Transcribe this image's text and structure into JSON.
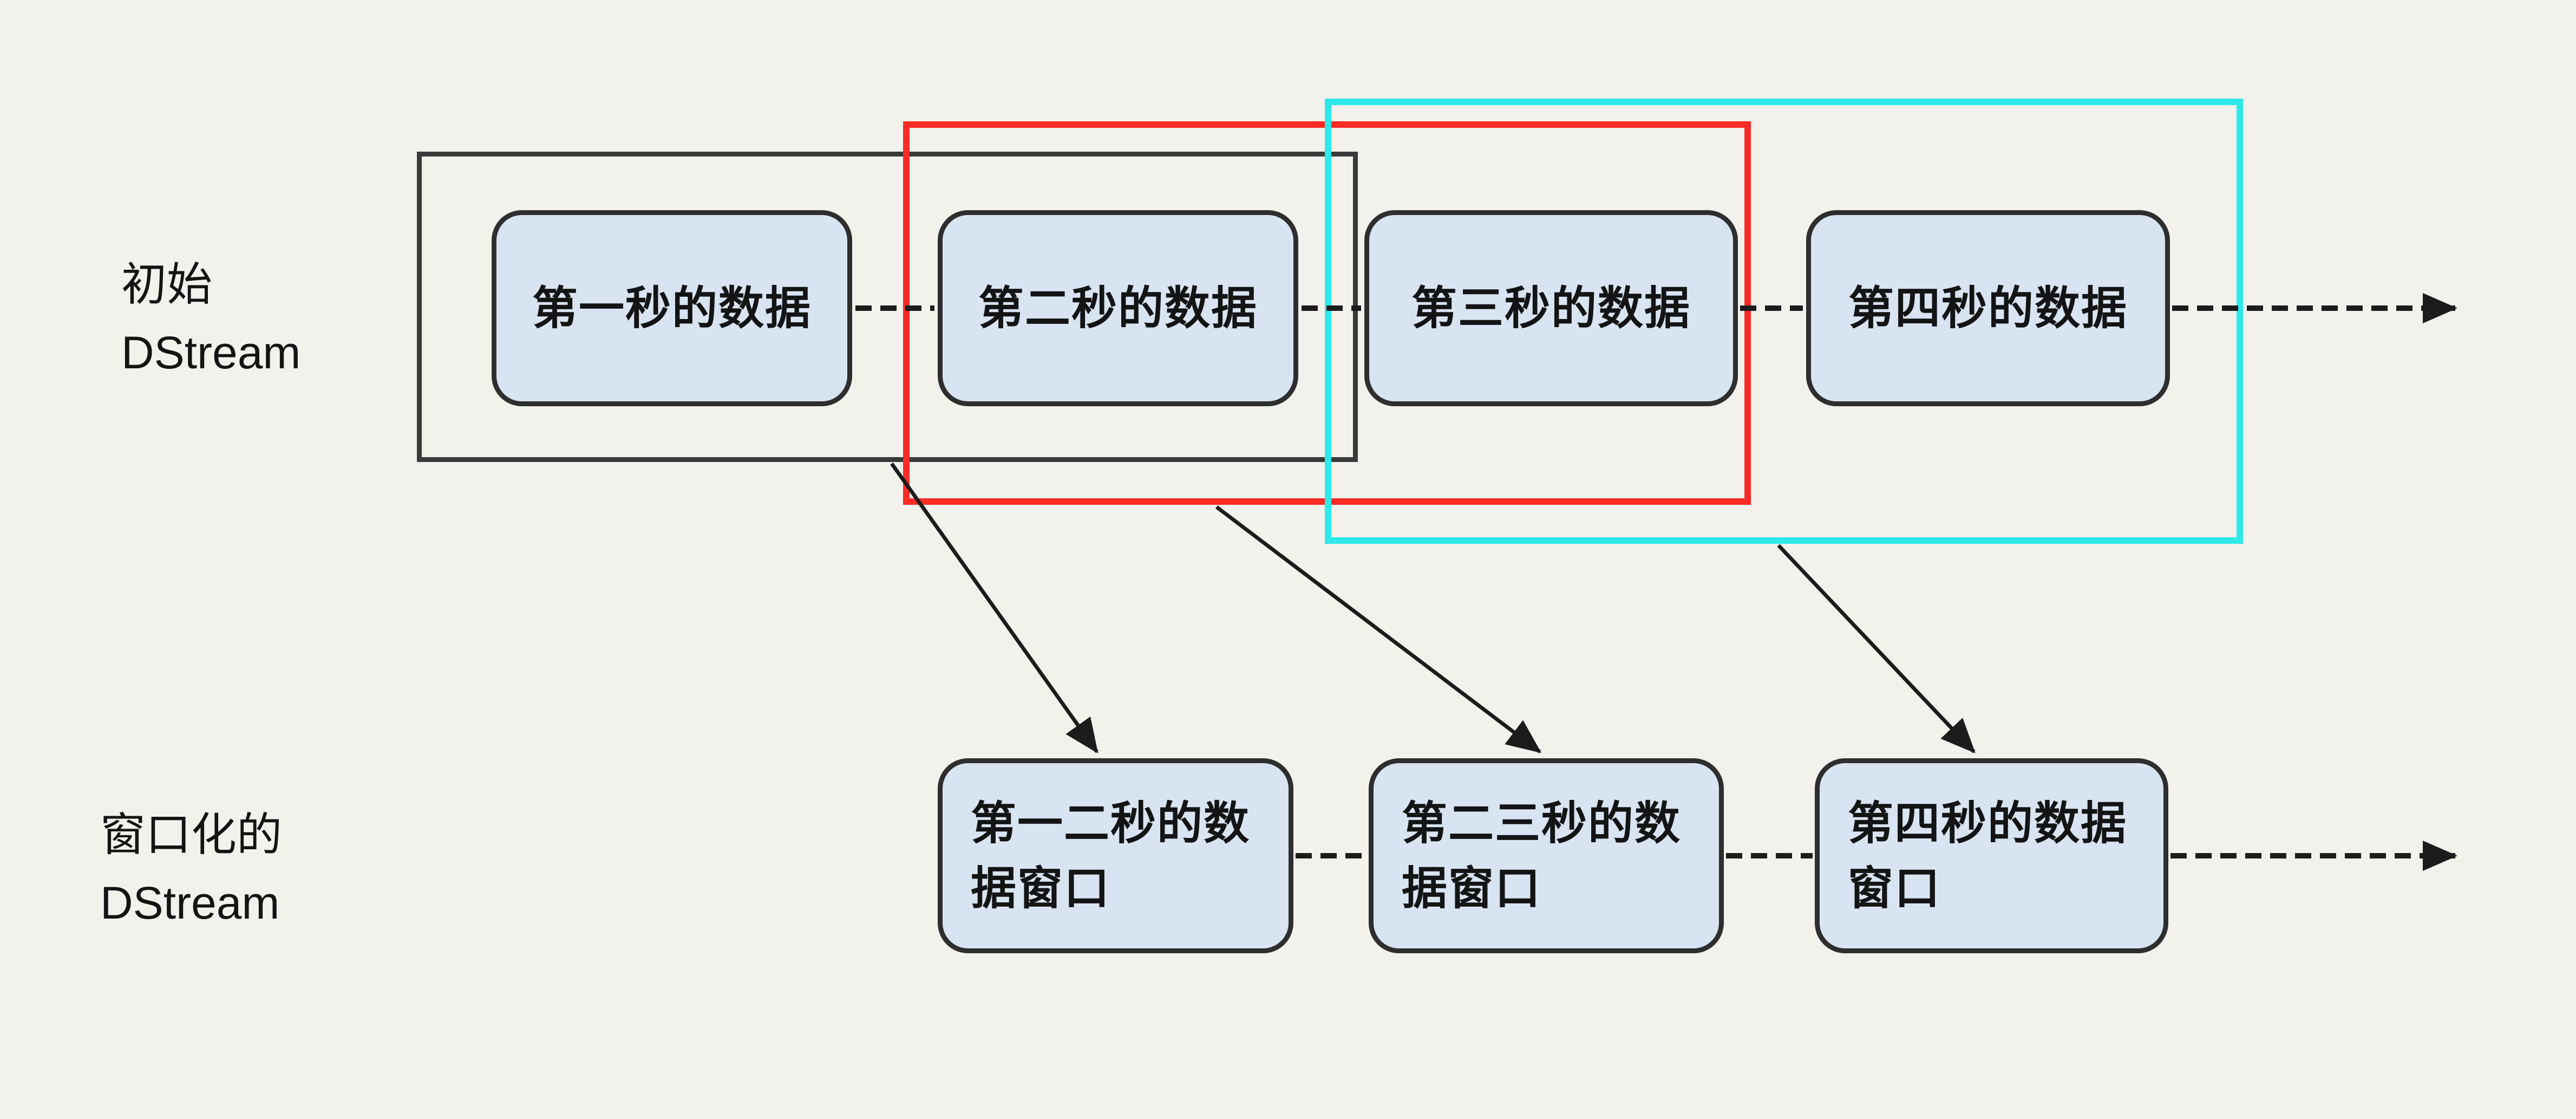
{
  "page": {
    "background": "#f2f1ec"
  },
  "labels": {
    "original_dstream": "初始\nDStream",
    "windowed_dstream": "窗口化的\nDStream"
  },
  "top_row": {
    "boxes": [
      {
        "label": "第一秒的数据"
      },
      {
        "label": "第二秒的数据"
      },
      {
        "label": "第三秒的数据"
      },
      {
        "label": "第四秒的数据"
      }
    ]
  },
  "bottom_row": {
    "boxes": [
      {
        "label": "第一二秒的数据窗口"
      },
      {
        "label": "第二三秒的数据窗口"
      },
      {
        "label": "第四秒的数据窗口"
      }
    ]
  },
  "windows": [
    {
      "name": "window-1",
      "outline": "#3a3a3a"
    },
    {
      "name": "window-2",
      "outline": "#fa2b25"
    },
    {
      "name": "window-3",
      "outline": "#2de9e9"
    }
  ],
  "colors": {
    "node_fill": "#d9e4f2",
    "node_border": "#2e2e2e",
    "text": "#141414",
    "connector": "#1c1c1c"
  }
}
